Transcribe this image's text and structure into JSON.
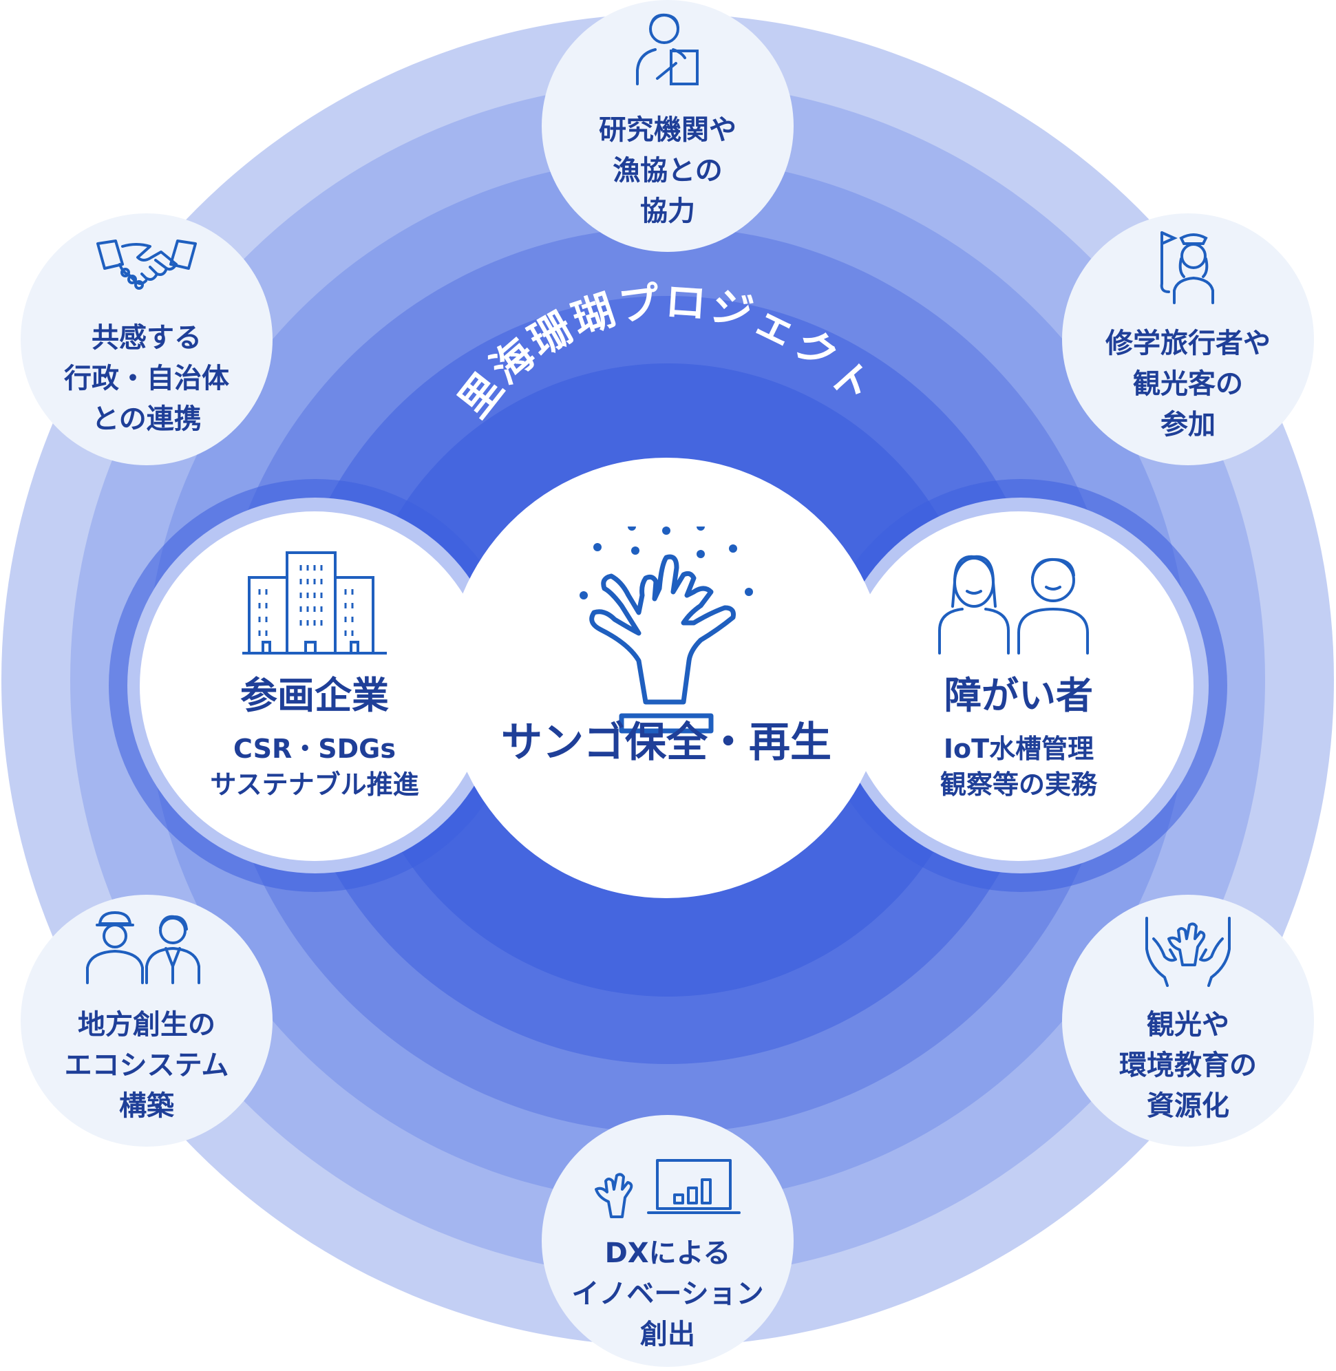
{
  "project_title": "里海珊瑚プロジェクト",
  "center": {
    "title": "サンゴ保全・再生",
    "icon": "coral-icon"
  },
  "left_partner": {
    "title": "参画企業",
    "lines": [
      "CSR・SDGs",
      "サステナブル推進"
    ],
    "icon": "buildings-icon"
  },
  "right_partner": {
    "title": "障がい者",
    "lines": [
      "IoT水槽管理",
      "観察等の実務"
    ],
    "icon": "people-icon"
  },
  "satellites": [
    {
      "key": "top",
      "lines": [
        "研究機関や",
        "漁協との",
        "協力"
      ],
      "icon": "researcher-icon"
    },
    {
      "key": "top-right",
      "lines": [
        "修学旅行者や",
        "観光客の",
        "参加"
      ],
      "icon": "tour-guide-icon"
    },
    {
      "key": "bottom-right",
      "lines": [
        "観光や",
        "環境教育の",
        "資源化"
      ],
      "icon": "hands-coral-icon"
    },
    {
      "key": "bottom",
      "lines": [
        "DXによる",
        "イノベーション",
        "創出"
      ],
      "icon": "coral-laptop-icon"
    },
    {
      "key": "bottom-left",
      "lines": [
        "地方創生の",
        "エコシステム",
        "構築"
      ],
      "icon": "workers-icon"
    },
    {
      "key": "top-left",
      "lines": [
        "共感する",
        "行政・自治体",
        "との連携"
      ],
      "icon": "handshake-icon"
    }
  ],
  "colors": {
    "label": "#1f3f98",
    "icon_stroke": "#1f5fbf",
    "satellite_bg": "#eef3fb",
    "ring_outer": "#b9c6f2",
    "ring_inner": "#3f63de"
  }
}
